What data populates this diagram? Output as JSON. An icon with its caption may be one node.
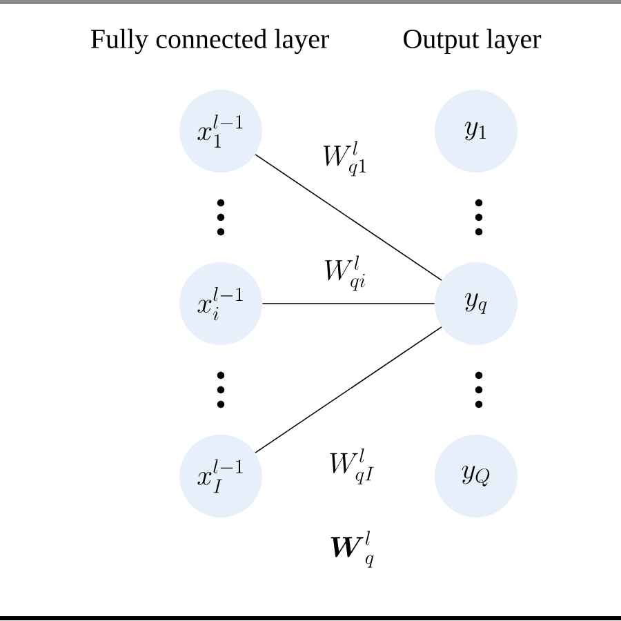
{
  "diagram": {
    "nodes": [
      {
        "text": [
          "x_1^{l-1}"
        ]
      },
      {
        "text": [
          "x_i^{l-1}"
        ]
      },
      {
        "text": [
          "x_I^{l-1}"
        ]
      },
      {
        "text": [
          "y_1"
        ]
      },
      {
        "text": [
          "y_q"
        ]
      },
      {
        "text": [
          "y_Q"
        ]
      }
    ],
    "edges": [
      {
        "from": 0,
        "to": 4,
        "arrow": "none",
        "label": "W_{q1}^l"
      },
      {
        "from": 1,
        "to": 4,
        "arrow": "none",
        "label": "W_{qi}^l"
      },
      {
        "from": 2,
        "to": 4,
        "arrow": "none",
        "label": "W_{qI}^l"
      }
    ],
    "labels": [
      "Fully connected layer",
      "Output layer",
      "\\boldsymbol{W}_q^l"
    ]
  }
}
